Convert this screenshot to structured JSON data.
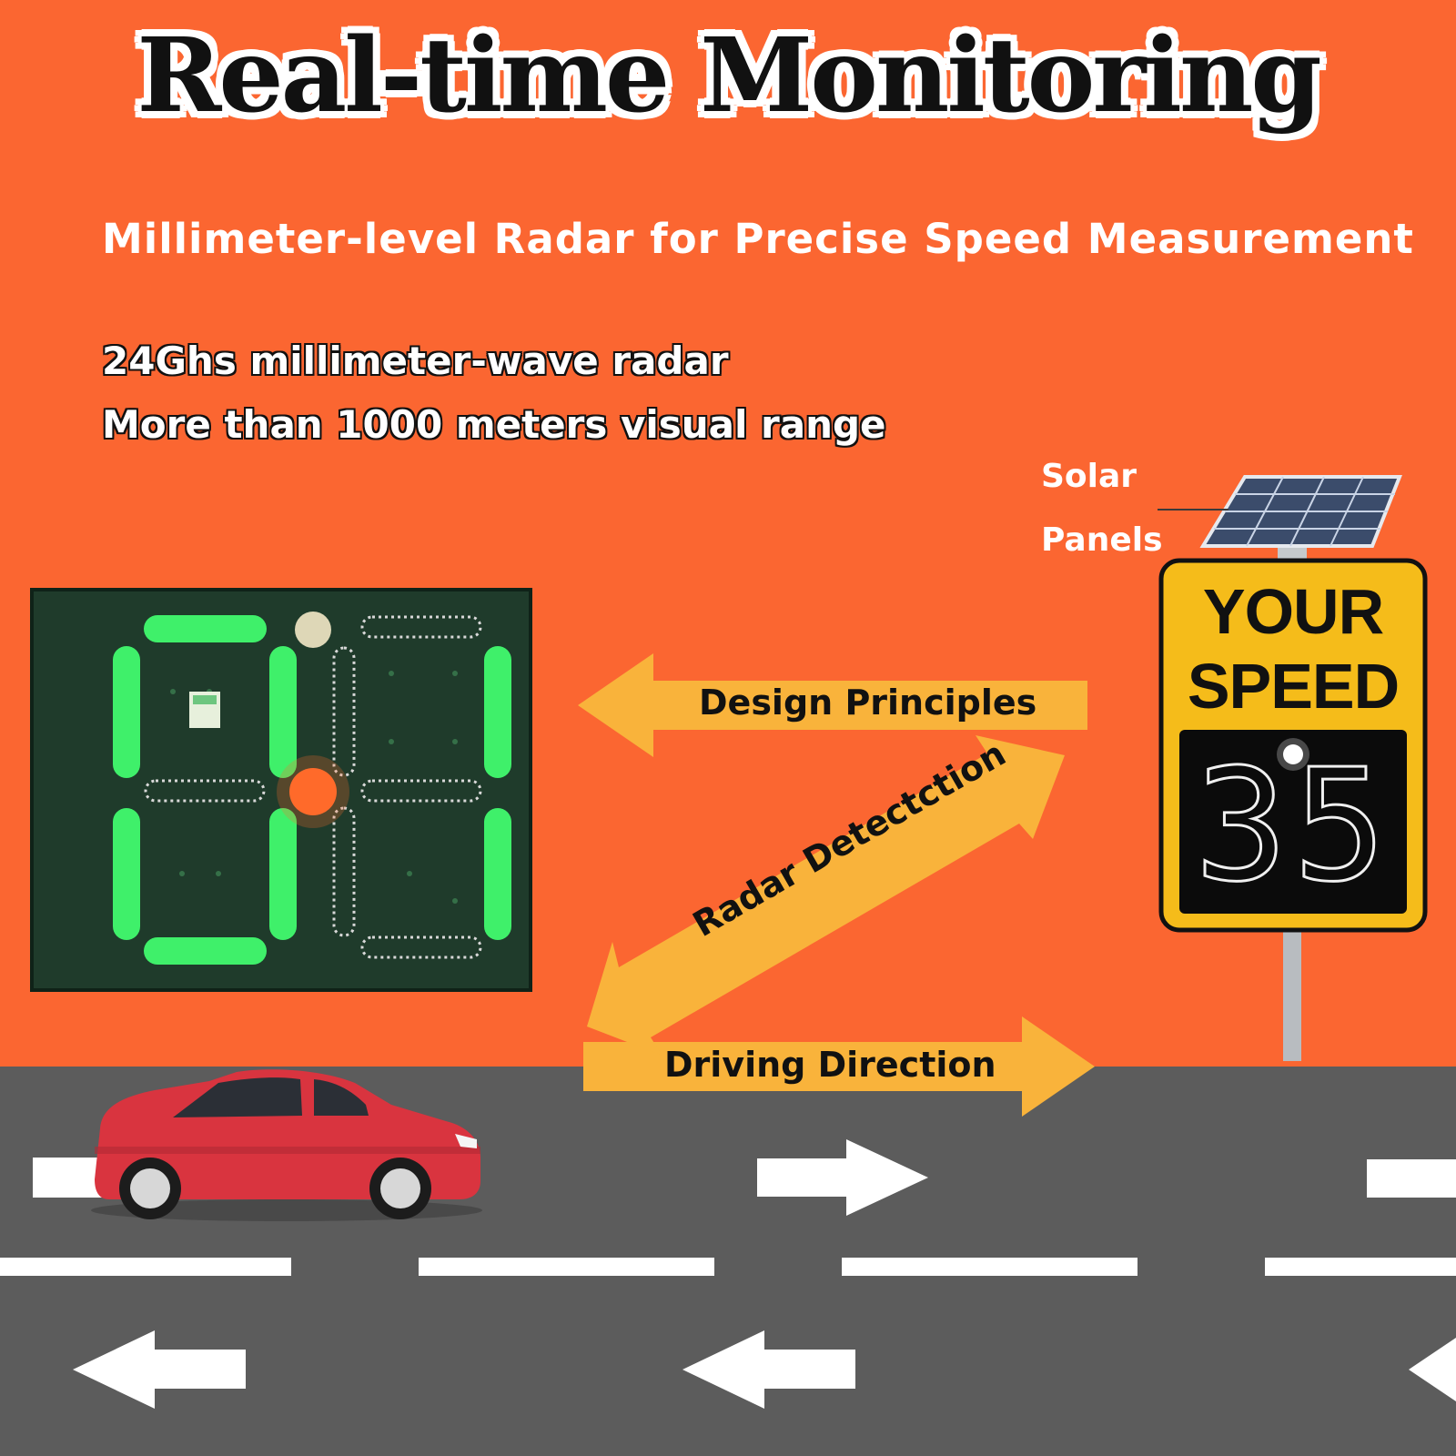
{
  "header": {
    "title": "Real-time Monitoring",
    "subtitle": "Millimeter-level Radar for Precise Speed Measurement"
  },
  "specs": {
    "line1": "24Ghs millimeter-wave radar",
    "line2": "More than 1000 meters visual range"
  },
  "solar": {
    "line1": "Solar",
    "line2": "Panels"
  },
  "sign": {
    "line1": "YOUR",
    "line2": "SPEED",
    "speed_digits": "35"
  },
  "arrows": {
    "design": "Design Principles",
    "radar": "Radar Detectction",
    "driving": "Driving Direction"
  },
  "colors": {
    "background": "#fb6631",
    "arrow": "#f9b33b",
    "road": "#5c5c5c",
    "sign_yellow": "#f5bc1a",
    "led_green": "#3ff06a",
    "car": "#d9343f"
  }
}
